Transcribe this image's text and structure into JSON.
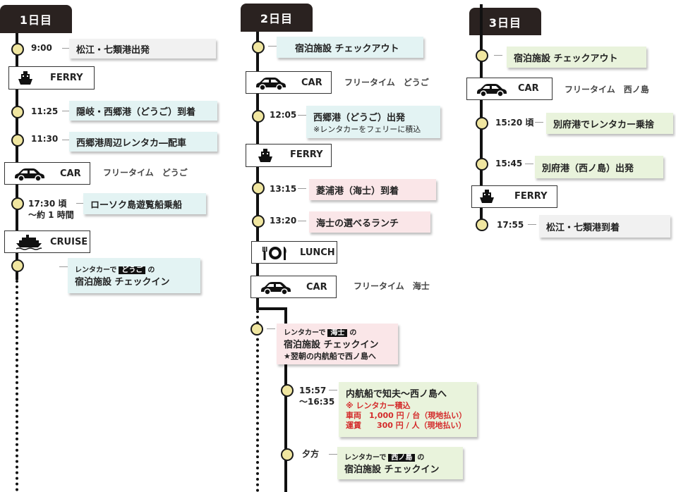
{
  "days": [
    "1日目",
    "2日目",
    "3日目"
  ],
  "d1": {
    "t1": "9:00",
    "c1": "松江・七類港出発",
    "ferry": "FERRY",
    "t2": "11:25",
    "c2": "隠岐・西郷港（どうご）到着",
    "t3": "11:30",
    "c3": "西郷港周辺レンタカ―配車",
    "car": "CAR",
    "free": "フリータイム　どうご",
    "t4a": "17:30 頃",
    "t4b": "〜約 1 時間",
    "c4": "ローソク島遊覧船乗船",
    "cruise": "CRUISE",
    "c5_pre": "レンタカーで",
    "c5_hl": "どうご",
    "c5_post": "の",
    "c5_main": "宿泊施設 チェックイン"
  },
  "d2": {
    "c1": "宿泊施設 チェックアウト",
    "car1": "CAR",
    "free1": "フリータイム　どうご",
    "t2": "12:05",
    "c2": "西郷港（どうご）出発",
    "c2_note": "※レンタカーをフェリーに積込",
    "ferry": "FERRY",
    "t3": "13:15",
    "c3": "菱浦港（海士）到着",
    "t4": "13:20",
    "c4": "海士の選べるランチ",
    "lunch": "LUNCH",
    "car2": "CAR",
    "free2": "フリータイム　海士",
    "c5_pre": "レンタカーで",
    "c5_hl": "海士",
    "c5_post": "の",
    "c5_main": "宿泊施設 チェックイン",
    "c5_note": "★翌朝の内航船で西ノ島へ",
    "t6a": "15:57",
    "t6b": "〜16:35",
    "c6": "内航船で知夫〜西ノ島へ",
    "c6_r1": "※ レンタカー積込",
    "c6_r2": "車両　1,000 円 / 台（現地払い）",
    "c6_r3": "運賃　　300 円 / 人（現地払い）",
    "t7": "夕方",
    "c7_pre": "レンタカーで",
    "c7_hl": "西ノ島",
    "c7_post": "の",
    "c7_main": "宿泊施設 チェックイン"
  },
  "d3": {
    "c1": "宿泊施設 チェックアウト",
    "car": "CAR",
    "free": "フリータイム　西ノ島",
    "t2": "15:20 頃",
    "c2": "別府港でレンタカー乗捨",
    "t3": "15:45",
    "c3": "別府港（西ノ島）出発",
    "ferry": "FERRY",
    "t4": "17:55",
    "c4": "松江・七類港到着"
  },
  "colors": {
    "dot": "#f0e6a0",
    "gray": "#f1f1f1",
    "blue": "#e3f3f3",
    "pink": "#fae6e8",
    "green": "#e9f3dc",
    "dark": "#2a2220",
    "red": "#d42b2b"
  }
}
